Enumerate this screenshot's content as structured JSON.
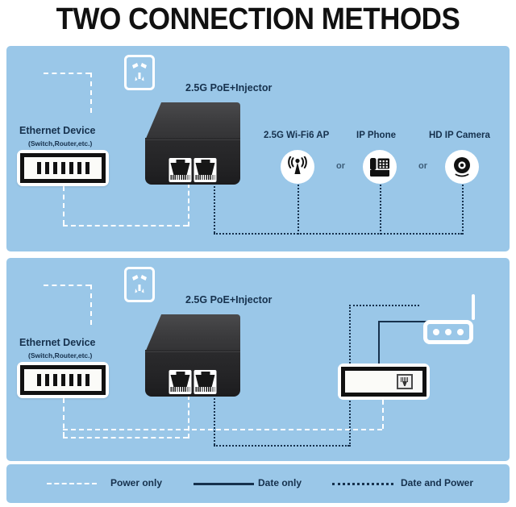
{
  "title": "TWO CONNECTION METHODS",
  "colors": {
    "panel_blue": "#9ac7e8",
    "label_navy": "#16314d",
    "device_white": "#ffffff",
    "injector_black": "#262628",
    "page_background": "#ffffff"
  },
  "method_one": {
    "ethernet_device": {
      "label": "Ethernet Device",
      "sublabel": "(Switch,Router,etc.)",
      "icon": "ethernet-switch-icon",
      "port_count": 7
    },
    "power_outlet": {
      "icon": "power-outlet-icon"
    },
    "injector": {
      "label": "2.5G PoE+Injector",
      "icon": "poe-injector-icon",
      "rj45_port_count": 2
    },
    "endpoints": [
      {
        "label": "2.5G Wi-Fi6 AP",
        "icon": "wifi-access-point-icon"
      },
      {
        "label": "IP Phone",
        "icon": "ip-phone-icon"
      },
      {
        "label": "HD IP Camera",
        "icon": "ip-camera-icon"
      }
    ],
    "separators": [
      "or",
      "or"
    ]
  },
  "method_two": {
    "ethernet_device": {
      "label": "Ethernet Device",
      "sublabel": "(Switch,Router,etc.)",
      "icon": "ethernet-switch-icon",
      "port_count": 7
    },
    "power_outlet": {
      "icon": "power-outlet-icon"
    },
    "injector": {
      "label": "2.5G PoE+Injector",
      "icon": "poe-injector-icon",
      "rj45_port_count": 2
    },
    "router": {
      "icon": "wireless-router-icon",
      "led_count": 3
    },
    "splitter": {
      "icon": "poe-splitter-icon"
    }
  },
  "legend": {
    "items": [
      {
        "label": "Power only",
        "style": "white-dashed",
        "color": "#ffffff"
      },
      {
        "label": "Date only",
        "style": "navy-solid",
        "color": "#16314d"
      },
      {
        "label": "Date and Power",
        "style": "navy-dotted",
        "color": "#16314d"
      }
    ]
  }
}
